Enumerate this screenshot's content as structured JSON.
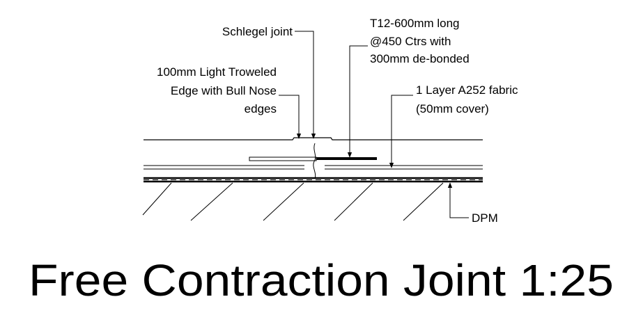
{
  "title": "Free Contraction Joint 1:25",
  "labels": {
    "schlegel": "Schlegel  joint",
    "edge_line1": "100mm Light Troweled",
    "edge_line2": "Edge with Bull Nose",
    "edge_line3": "edges",
    "t12_line1": "T12-600mm long",
    "t12_line2": "@450 Ctrs with",
    "t12_line3": "300mm de-bonded",
    "fabric_line1": "1 Layer A252 fabric",
    "fabric_line2": "(50mm cover)",
    "dpm": "DPM"
  },
  "colors": {
    "ink": "#000000",
    "background": "#ffffff"
  }
}
